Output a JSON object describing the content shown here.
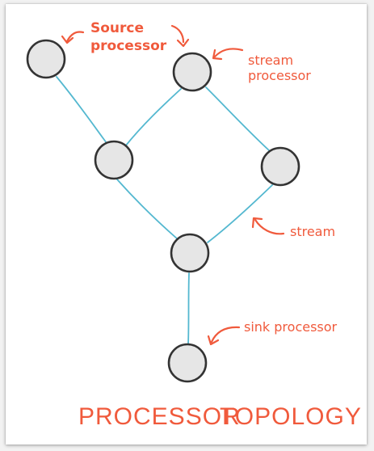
{
  "labels": {
    "source_processor_line1": "Source",
    "source_processor_line2": "processor",
    "stream_processor_line1": "stream",
    "stream_processor_line2": "processor",
    "stream": "stream",
    "sink_processor": "sink processor"
  },
  "title": {
    "processor": "PROCESSOR",
    "topology": "TOPOLOGY"
  },
  "nodes": [
    {
      "id": "source"
    },
    {
      "id": "stream-processor"
    },
    {
      "id": "middle-left"
    },
    {
      "id": "middle-right"
    },
    {
      "id": "merge"
    },
    {
      "id": "sink"
    }
  ],
  "edges": [
    {
      "from": "source",
      "to": "middle-left"
    },
    {
      "from": "stream-processor",
      "to": "middle-left"
    },
    {
      "from": "stream-processor",
      "to": "middle-right"
    },
    {
      "from": "middle-left",
      "to": "merge"
    },
    {
      "from": "middle-right",
      "to": "merge"
    },
    {
      "from": "merge",
      "to": "sink"
    }
  ],
  "colors": {
    "edge": "#54b8d0",
    "annotation": "#f05a3c",
    "node_fill": "#e6e6e6",
    "node_stroke": "#333333"
  }
}
